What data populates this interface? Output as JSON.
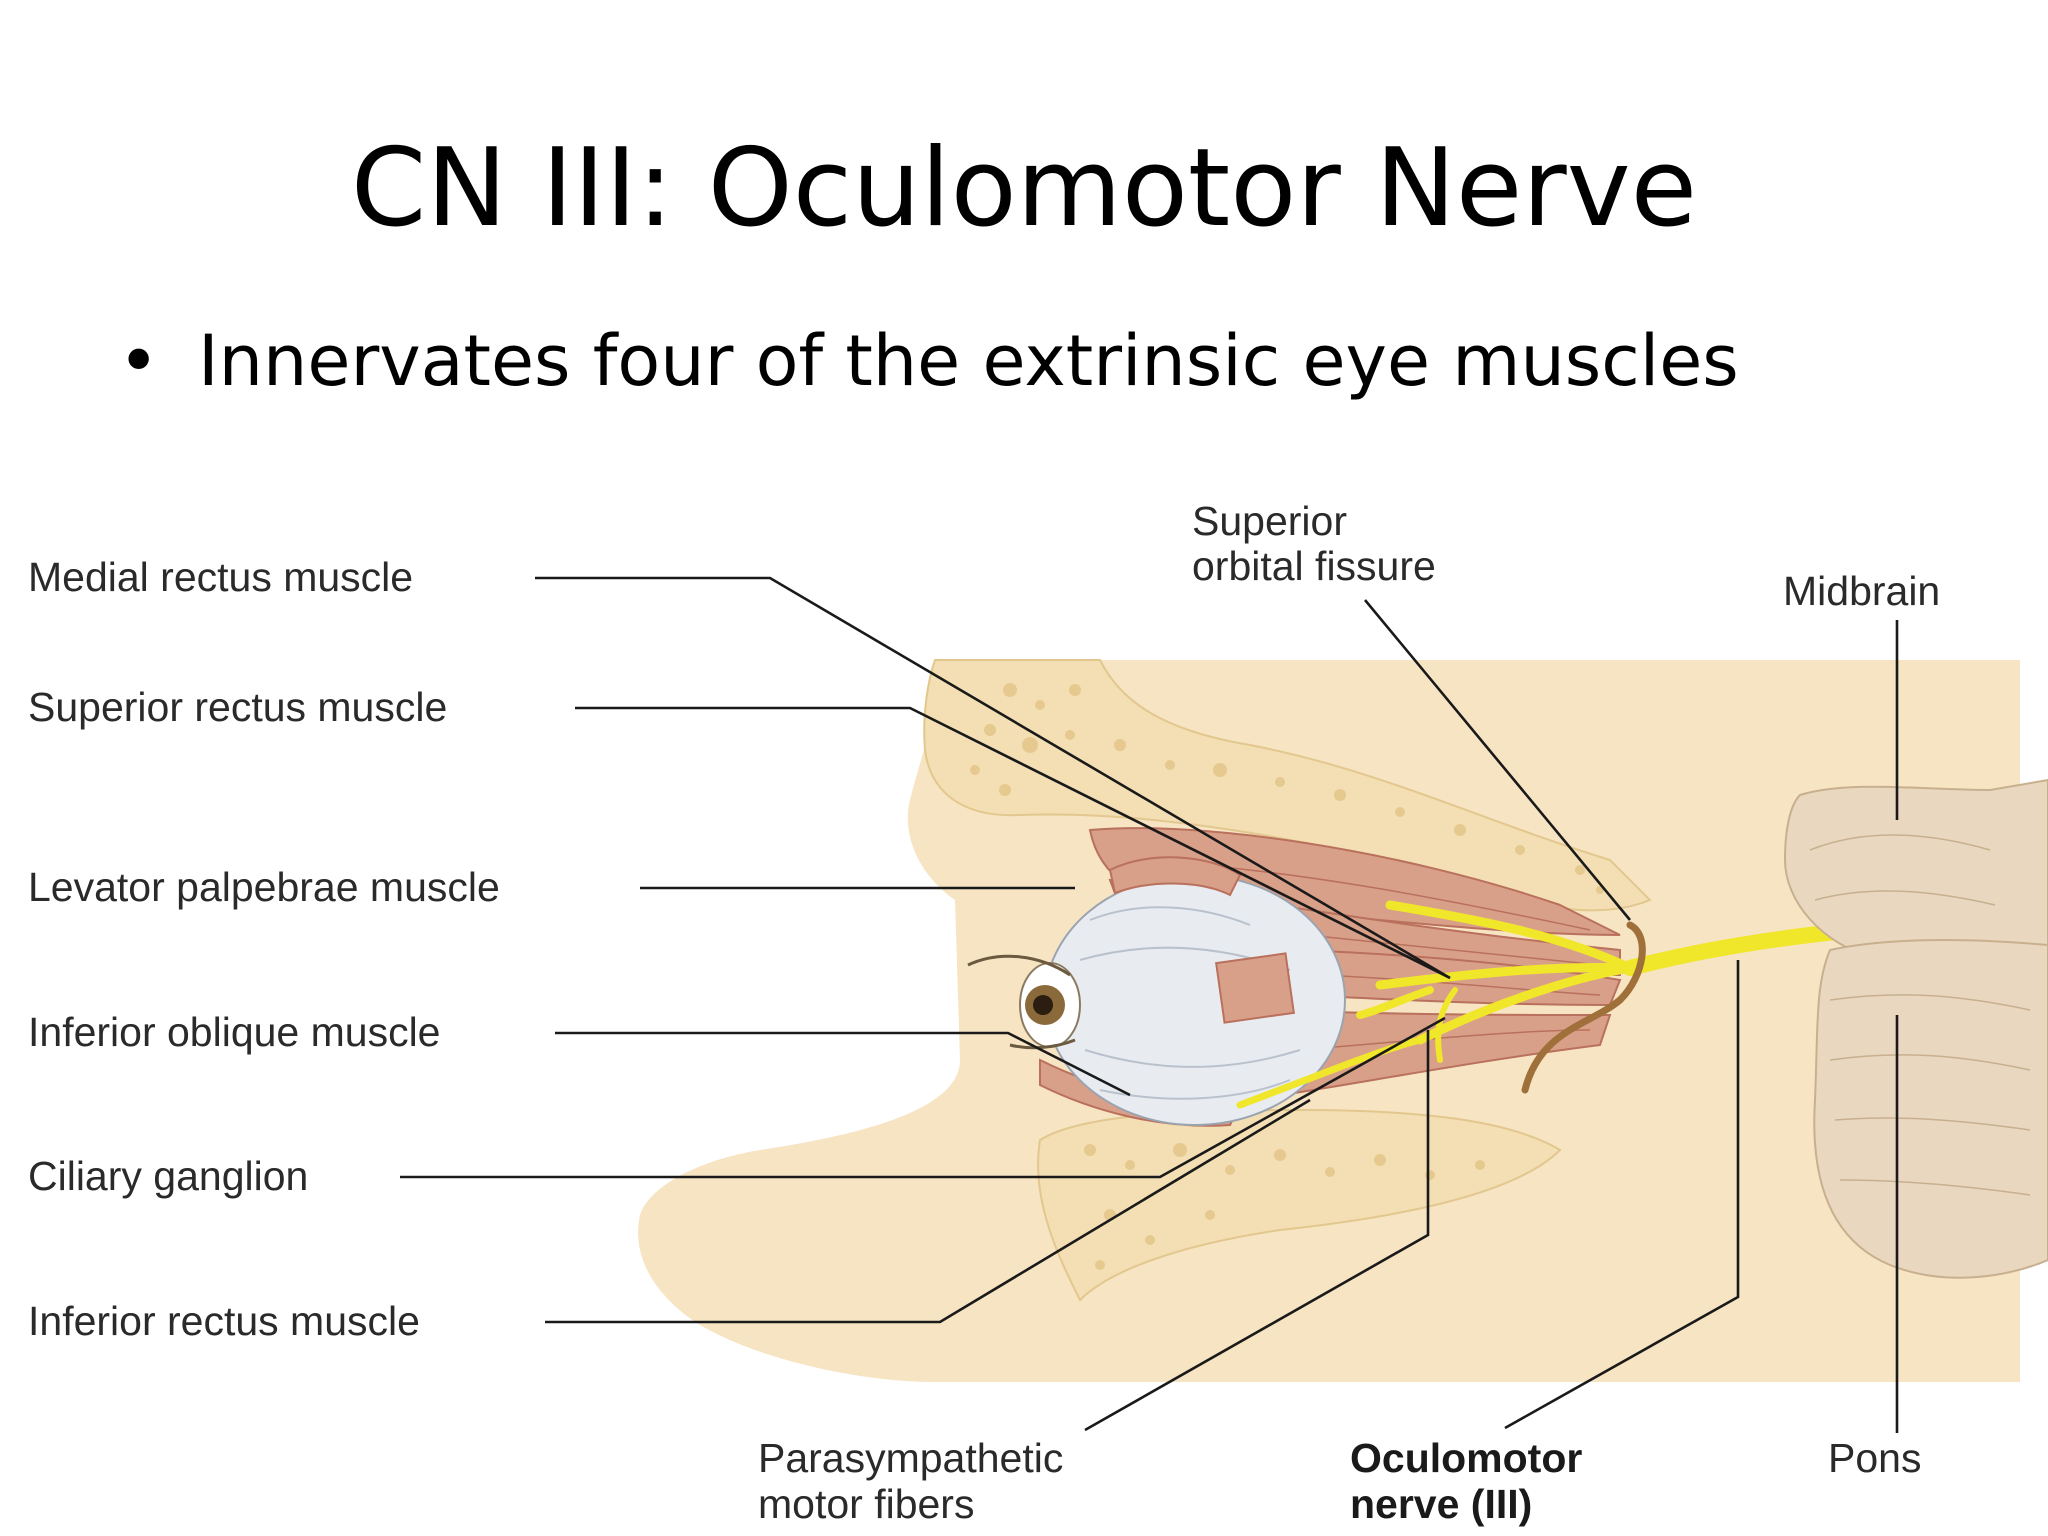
{
  "slide": {
    "title": "CN III: Oculomotor Nerve",
    "bullet_symbol": "•",
    "bullet_text": "Innervates four of the extrinsic eye muscles"
  },
  "labels": {
    "medial_rectus": "Medial rectus muscle",
    "superior_rectus": "Superior rectus muscle",
    "levator_palpebrae": "Levator palpebrae muscle",
    "inferior_oblique": "Inferior oblique muscle",
    "ciliary_ganglion": "Ciliary ganglion",
    "inferior_rectus": "Inferior rectus muscle",
    "superior_orbital_fissure_1": "Superior",
    "superior_orbital_fissure_2": "orbital fissure",
    "midbrain": "Midbrain",
    "parasympathetic_1": "Parasympathetic",
    "parasympathetic_2": "motor fibers",
    "oculomotor_1": "Oculomotor",
    "oculomotor_2": "nerve (III)",
    "pons": "Pons"
  },
  "colors": {
    "skin": "#f7e4c3",
    "bone": "#f3dfb3",
    "bone_dots": "#e6c98f",
    "muscle": "#d9a089",
    "muscle_stripe": "#b9705c",
    "eyeball": "#e8ecf1",
    "nerve": "#f0e62a",
    "brainstem": "#ead7bf",
    "leader": "#1a1a1a"
  }
}
